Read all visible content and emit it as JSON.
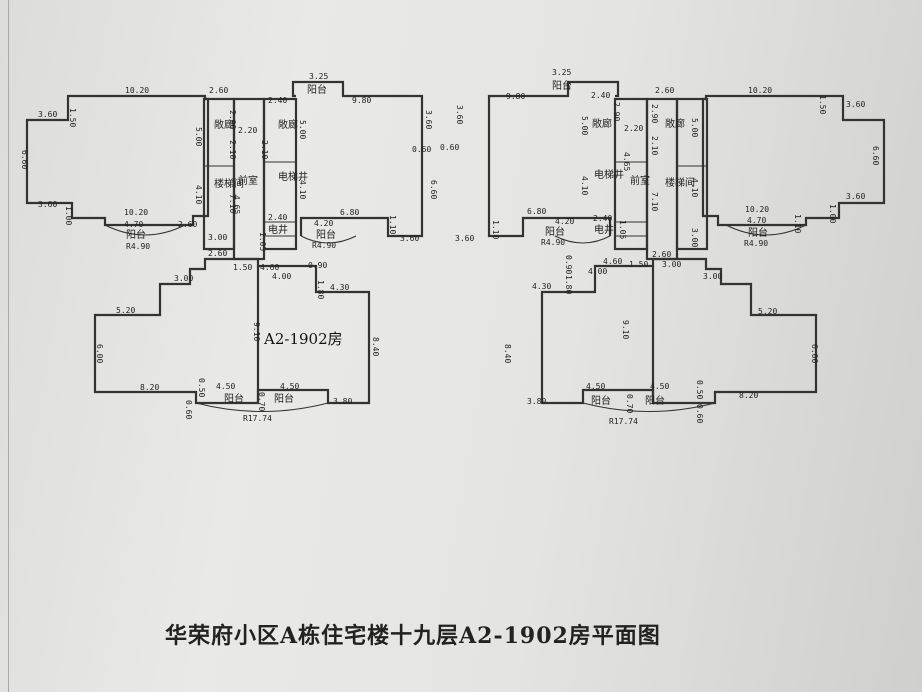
{
  "caption": "华荣府小区A栋住宅楼十九层A2-1902房平面图",
  "unit_label": "A2-1902房",
  "rooms": {
    "balcony": "阳台",
    "lobby": "前室",
    "stair": "楼梯间",
    "elevator": "电梯井",
    "corridor": "敞廊",
    "elec_shaft": "电井"
  },
  "dims": {
    "d_10_20": "10.20",
    "d_2_60": "2.60",
    "d_1_50": "1.50",
    "d_5_00": "5.00",
    "d_3_60": "3.60",
    "d_6_60": "6.60",
    "d_1_00": "1.00",
    "d_4_70": "4.70",
    "d_r4_90": "R4.90",
    "d_2_90": "2.90",
    "d_2_20": "2.20",
    "d_2_10": "2.10",
    "d_4_65": "4.65",
    "d_4_10": "4.10",
    "d_7_10": "7.10",
    "d_3_00": "3.00",
    "d_2_40": "2.40",
    "d_3_25": "3.25",
    "d_1_10": "1.10",
    "d_9_80": "9.80",
    "d_0_60": "0.60",
    "d_6_80": "6.80",
    "d_4_20": "4.20",
    "d_1_05": "1.05",
    "d_4_60": "4.60",
    "d_4_00": "4.00",
    "d_4_30": "4.30",
    "d_0_90": "0.90",
    "d_1_80": "1.80",
    "d_9_10": "9.10",
    "d_8_40": "8.40",
    "d_5_20": "5.20",
    "d_6_00": "6.00",
    "d_8_20": "8.20",
    "d_4_50": "4.50",
    "d_0_50": "0.50",
    "d_0_70": "0.70",
    "d_3_80": "3.80",
    "d_r17_74": "R17.74"
  }
}
